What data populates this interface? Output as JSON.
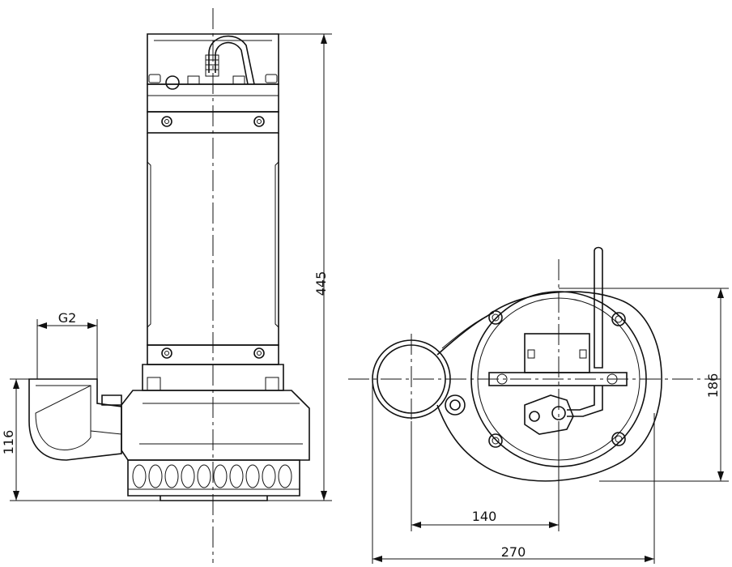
{
  "drawing": {
    "title": "",
    "dimensions": {
      "overall_height": "445",
      "outlet_height": "116",
      "outlet_thread": "G2",
      "outlet_offset": "140",
      "overall_width": "270",
      "base_depth": "186"
    }
  },
  "colors": {
    "line": "#111111",
    "background": "#ffffff"
  }
}
